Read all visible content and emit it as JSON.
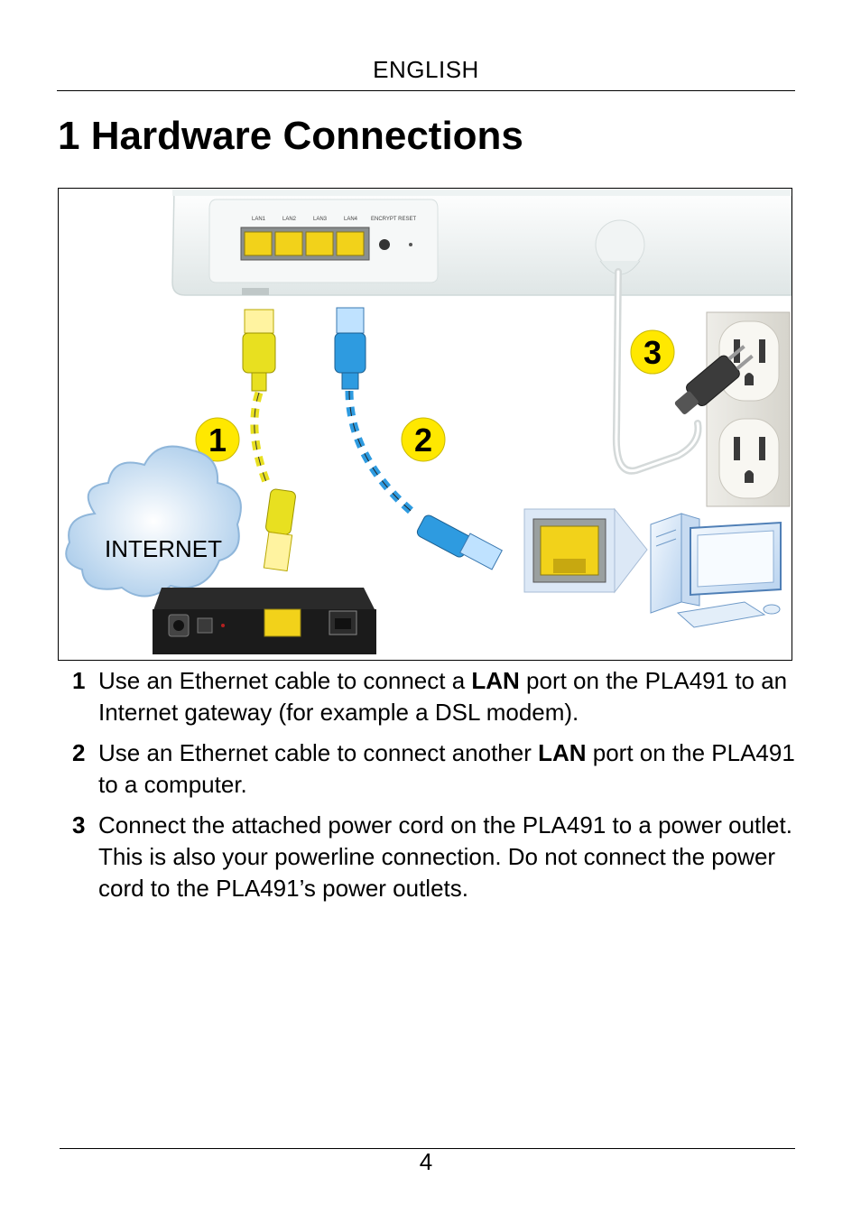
{
  "header": {
    "language": "ENGLISH"
  },
  "title": "1 Hardware Connections",
  "figure": {
    "device_port_labels": [
      "LAN1",
      "LAN2",
      "LAN3",
      "LAN4",
      "ENCRYPT RESET"
    ],
    "cloud_label": "INTERNET",
    "callouts": [
      "1",
      "2",
      "3"
    ],
    "colors": {
      "callout": "#FFE800",
      "lan_cable_1": "#E8E020",
      "lan_cable_2": "#2E9BE0",
      "cloud": "#B8D6EE",
      "port": "#F2D21A"
    },
    "icons": [
      "powerline-adapter",
      "ethernet-plug-yellow",
      "ethernet-plug-blue",
      "power-plug",
      "wall-outlet",
      "dsl-modem",
      "internet-cloud",
      "rj45-port",
      "desktop-computer"
    ]
  },
  "steps": [
    {
      "num": "1",
      "pre": "Use an Ethernet cable to connect a ",
      "bold": "LAN",
      "post": " port on the PLA491 to an Internet gateway (for example a DSL modem)."
    },
    {
      "num": "2",
      "pre": "Use an Ethernet cable to connect another ",
      "bold": "LAN",
      "post": " port on the PLA491 to a computer."
    },
    {
      "num": "3",
      "pre": "",
      "bold": "",
      "post": "Connect the attached power cord on the PLA491 to a power outlet. This is also your powerline connection. Do not connect the power cord to the PLA491’s power outlets."
    }
  ],
  "footer": {
    "page_number": "4"
  }
}
